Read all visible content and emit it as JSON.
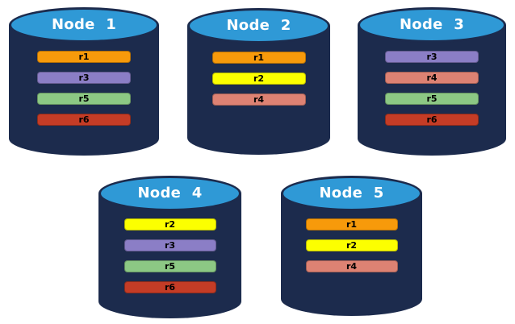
{
  "background": "#FFFFFF",
  "colors": {
    "cylinder_body": "#1C2B4D",
    "cylinder_top": "#2F99D6",
    "title_text": "#FFFFFF",
    "replica_label_text": "#000000",
    "r1": "#F79A0B",
    "r2": "#FCFF00",
    "r3": "#8B7EC6",
    "r4": "#DD8273",
    "r5": "#8CC884",
    "r6": "#C43C26"
  },
  "nodes": [
    {
      "title": "Node 1",
      "replicas": [
        {
          "label": "r1",
          "color": "#F79A0B"
        },
        {
          "label": "r3",
          "color": "#8B7EC6"
        },
        {
          "label": "r5",
          "color": "#8CC884"
        },
        {
          "label": "r6",
          "color": "#C43C26"
        }
      ]
    },
    {
      "title": "Node 2",
      "replicas": [
        {
          "label": "r1",
          "color": "#F79A0B"
        },
        {
          "label": "r2",
          "color": "#FCFF00"
        },
        {
          "label": "r4",
          "color": "#DD8273"
        }
      ]
    },
    {
      "title": "Node 3",
      "replicas": [
        {
          "label": "r3",
          "color": "#8B7EC6"
        },
        {
          "label": "r4",
          "color": "#DD8273"
        },
        {
          "label": "r5",
          "color": "#8CC884"
        },
        {
          "label": "r6",
          "color": "#C43C26"
        }
      ]
    },
    {
      "title": "Node 4",
      "replicas": [
        {
          "label": "r2",
          "color": "#FCFF00"
        },
        {
          "label": "r3",
          "color": "#8B7EC6"
        },
        {
          "label": "r5",
          "color": "#8CC884"
        },
        {
          "label": "r6",
          "color": "#C43C26"
        }
      ]
    },
    {
      "title": "Node 5",
      "replicas": [
        {
          "label": "r1",
          "color": "#F79A0B"
        },
        {
          "label": "r2",
          "color": "#FCFF00"
        },
        {
          "label": "r4",
          "color": "#DD8273"
        }
      ]
    }
  ]
}
